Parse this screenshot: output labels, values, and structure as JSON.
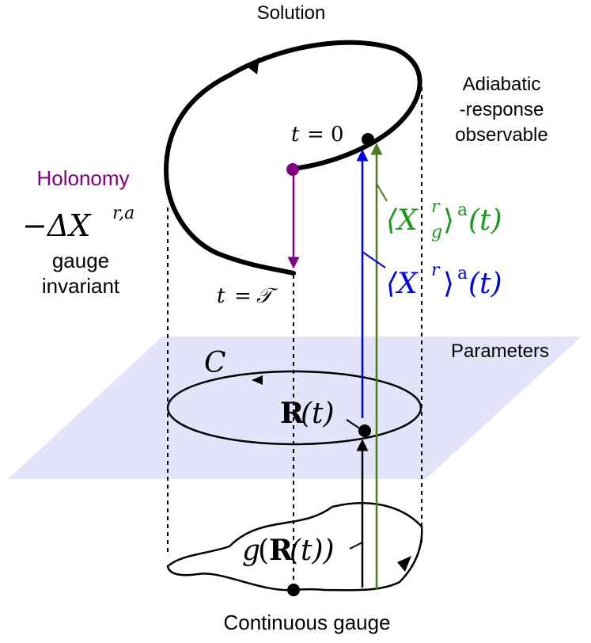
{
  "labels": {
    "solution": "Solution",
    "adiabatic_line1": "Adiabatic",
    "adiabatic_line2": "-response",
    "adiabatic_line3": "observable",
    "holonomy": "Holonomy",
    "gauge_invariant_line1": "gauge",
    "gauge_invariant_line2": "invariant",
    "parameters": "Parameters",
    "continuous_gauge": "Continuous gauge"
  },
  "math": {
    "t0_t": "t",
    "t0_eq": "= 0",
    "tT_t": "t",
    "tT_eq": "=",
    "tT_T": "𝒯",
    "delta_x": "−ΔX",
    "delta_x_sup": "r,a",
    "xg_open": "⟨X",
    "xg_sup": "r",
    "xg_sub": "g",
    "xg_close": "⟩",
    "xg_a": "a",
    "xg_arg": "(t)",
    "xr_open": "⟨X",
    "xr_sup": "r",
    "xr_close": "⟩",
    "xr_a": "a",
    "xr_arg": "(t)",
    "curve_c": "C",
    "r_bold": "R",
    "r_arg": "(t)",
    "g_func": "g",
    "g_open": "(",
    "g_r": "R",
    "g_close": "(t))"
  },
  "colors": {
    "holonomy": "#800080",
    "blue_arrow": "#0000ee",
    "green_arrow": "#1a9a1a",
    "green_line": "#4a7a1a",
    "plane": "#e3e3fa",
    "ink": "#000000"
  }
}
